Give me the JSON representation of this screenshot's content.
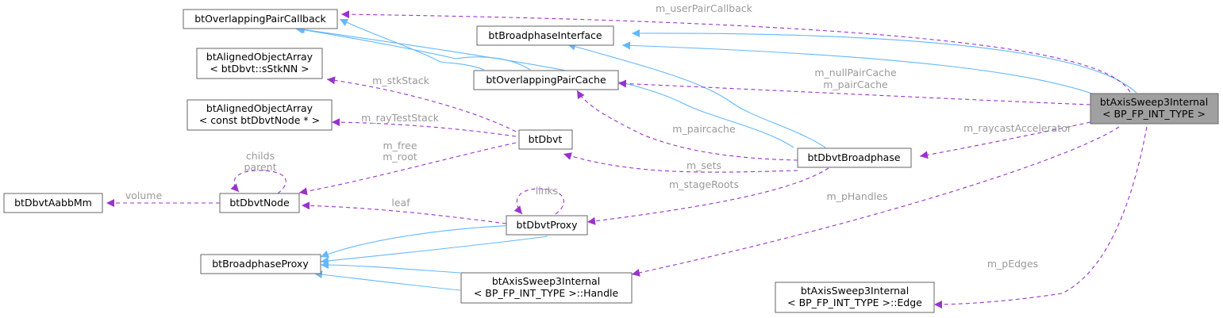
{
  "nodes": {
    "root": [
      "btAxisSweep3Internal",
      "< BP_FP_INT_TYPE >"
    ],
    "overlapping_pair_callback": "btOverlappingPairCallback",
    "broadphase_interface": "btBroadphaseInterface",
    "aligned_array_stknn": [
      "btAlignedObjectArray",
      "< btDbvt::sStkNN >"
    ],
    "overlapping_pair_cache": "btOverlappingPairCache",
    "aligned_array_dbvtnode": [
      "btAlignedObjectArray",
      "< const btDbvtNode * >"
    ],
    "dbvt": "btDbvt",
    "dbvt_broadphase": "btDbvtBroadphase",
    "dbvt_aabbmm": "btDbvtAabbMm",
    "dbvt_node": "btDbvtNode",
    "dbvt_proxy": "btDbvtProxy",
    "broadphase_proxy": "btBroadphaseProxy",
    "handle": [
      "btAxisSweep3Internal",
      "< BP_FP_INT_TYPE >::Handle"
    ],
    "edge": [
      "btAxisSweep3Internal",
      "< BP_FP_INT_TYPE >::Edge"
    ]
  },
  "edge_labels": {
    "m_userPairCallback": "m_userPairCallback",
    "m_nullPairCache": "m_nullPairCache",
    "m_pairCache": "m_pairCache",
    "m_raycastAccelerator": "m_raycastAccelerator",
    "m_pHandles": "m_pHandles",
    "m_pEdges": "m_pEdges",
    "m_stkStack": "m_stkStack",
    "m_rayTestStack": "m_rayTestStack",
    "m_free": "m_free",
    "m_root": "m_root",
    "childs": "childs",
    "parent": "parent",
    "volume": "volume",
    "leaf": "leaf",
    "links": "links",
    "m_paircache": "m_paircache",
    "m_sets": "m_sets",
    "m_stageRoots": "m_stageRoots"
  },
  "colors": {
    "inheritance_edge": "#63b8ff",
    "usage_edge": "#9a32cd",
    "edge_label": "#9a9a9a",
    "root_fill": "#a0a0a0"
  }
}
